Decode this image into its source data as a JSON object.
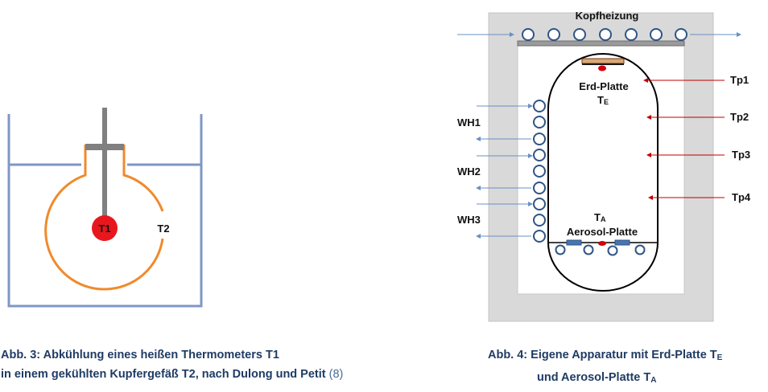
{
  "figure3": {
    "labels": {
      "t1": "T1",
      "t2": "T2"
    },
    "caption": {
      "line1": "Abb. 3: Abkühlung eines heißen Thermometers T1",
      "line2": "in einem gekühlten Kupfergefäß T2, nach Dulong und Petit",
      "reference": "(8)"
    },
    "colors": {
      "vessel": "#7f97c4",
      "flask": "#f08a2c",
      "thermometer": "#808080",
      "bulb": "#e8171e"
    }
  },
  "figure4": {
    "labels": {
      "top_heater": "Kopfheizung",
      "earth_plate": "Erd-Platte",
      "earth_temp_main": "T",
      "earth_temp_sub": "E",
      "aerosol_temp_main": "T",
      "aerosol_temp_sub": "A",
      "aerosol_plate": "Aerosol-Platte",
      "probes": [
        "Tp1",
        "Tp2",
        "Tp3",
        "Tp4"
      ],
      "heat_exchangers": [
        "WH1",
        "WH2",
        "WH3"
      ]
    },
    "caption": {
      "line1_text": "Abb. 4: Eigene Apparatur mit Erd-Platte T",
      "line1_sub": "E",
      "line2_text": "und Aerosol-Platte T",
      "line2_sub": "A"
    },
    "colors": {
      "insulation": "#d9d9d9",
      "coil": "#2f5486",
      "probe_arrow": "#c00000",
      "flow_arrow": "#6a8fc4"
    }
  }
}
